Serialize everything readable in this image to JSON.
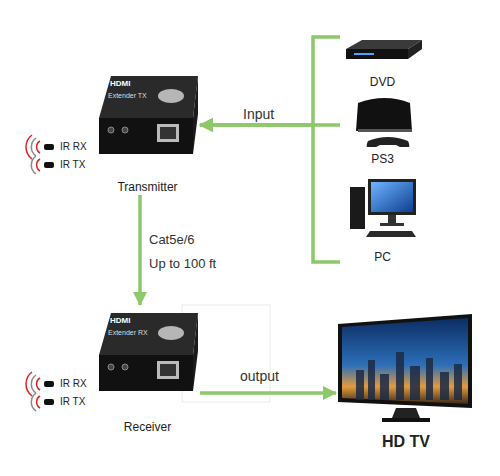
{
  "diagram": {
    "nodes": [
      {
        "text": [
          "Transmitter"
        ]
      },
      {
        "text": [
          "DVD"
        ]
      },
      {
        "text": [
          "PS3"
        ]
      },
      {
        "text": [
          "PC"
        ]
      },
      {
        "text": [
          "Receiver"
        ]
      },
      {
        "text": [
          "HD TV"
        ]
      }
    ],
    "edges": [
      {
        "from": 1,
        "to": 0,
        "arrow": "to"
      },
      {
        "from": 2,
        "to": 0,
        "label": "Input",
        "arrow": "to"
      },
      {
        "from": 3,
        "to": 0,
        "arrow": "to"
      },
      {
        "from": 0,
        "to": 4,
        "label": "Cat5e/6",
        "arrow": "to"
      },
      {
        "from": 4,
        "to": 5,
        "label": "output",
        "arrow": "to"
      }
    ],
    "labels": [
      "HDMI",
      "Extender TX",
      "IR RX",
      "IR TX",
      "Up to 100 ft",
      "HDMI",
      "Extender RX",
      "IR RX",
      "IR TX"
    ]
  }
}
